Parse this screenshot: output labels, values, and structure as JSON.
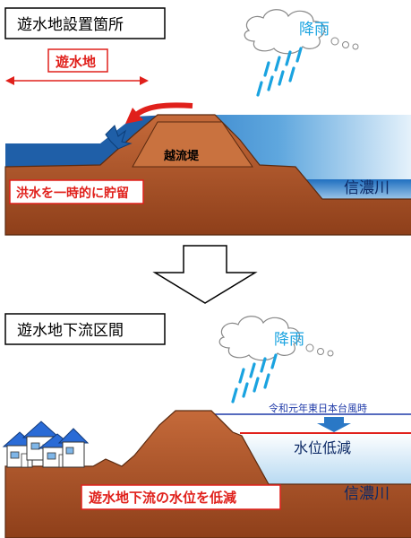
{
  "top": {
    "title": "遊水地設置箇所",
    "rain_label": "降雨",
    "basin_label": "遊水地",
    "levee_label": "越流堤",
    "storage_note": "洪水を一時的に貯留",
    "river_label": "信濃川"
  },
  "bottom": {
    "title": "遊水地下流区間",
    "rain_label": "降雨",
    "typhoon_label": "令和元年東日本台風時",
    "water_reduction_label": "水位低減",
    "downstream_note": "遊水地下流の水位を低減",
    "river_label": "信濃川"
  },
  "colors": {
    "ground": "#b5542a",
    "ground_dark": "#6a2e12",
    "water_deep": "#2a78c6",
    "water_light": "#cfe6f6",
    "basin_water": "#1f5fa8",
    "rain": "#1aa3e0",
    "accent_red": "#e0201b",
    "line_blue": "#1f3aa8",
    "house_roof": "#2a6bd6"
  }
}
